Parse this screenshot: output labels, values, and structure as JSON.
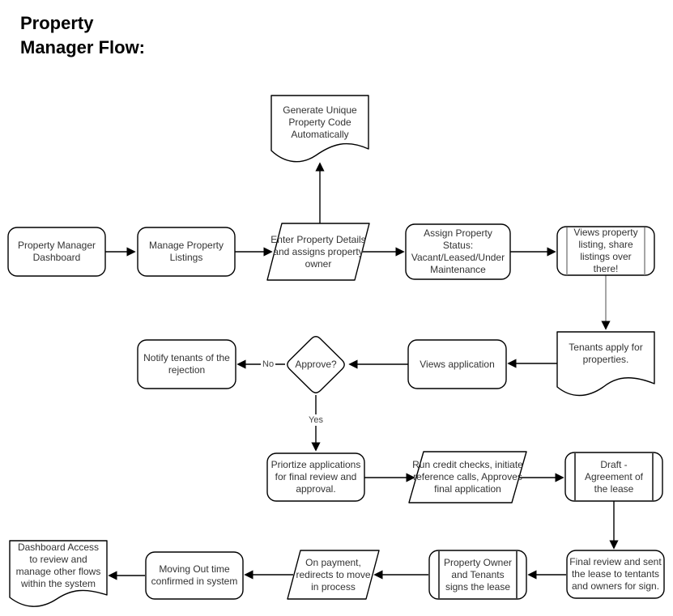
{
  "title": "Property\nManager Flow:",
  "colors": {
    "stroke": "#000000",
    "fill": "#ffffff",
    "text": "#333333",
    "secondary_stroke": "#808080"
  },
  "nodes": {
    "pm_dashboard": {
      "shape": "rounded-rectangle",
      "label": "Property Manager Dashboard"
    },
    "manage_listings": {
      "shape": "rounded-rectangle",
      "label": "Manage Property Listings"
    },
    "enter_details": {
      "shape": "parallelogram",
      "label": "Enter Property Details and assigns property owner"
    },
    "generate_code": {
      "shape": "document",
      "label": "Generate Unique Property Code Automatically"
    },
    "assign_status": {
      "shape": "rounded-rectangle",
      "label": "Assign Property Status: Vacant/Leased/Under Maintenance"
    },
    "views_listing": {
      "shape": "predefined-process",
      "label": "Views property listing, share listings over there!"
    },
    "tenants_apply": {
      "shape": "document",
      "label": "Tenants apply for properties."
    },
    "views_application": {
      "shape": "rounded-rectangle",
      "label": "Views application"
    },
    "approve": {
      "shape": "decision-diamond",
      "label": "Approve?"
    },
    "notify_tenants": {
      "shape": "rounded-rectangle",
      "label": "Notify tenants of the rejection"
    },
    "priortize": {
      "shape": "rounded-rectangle",
      "label": "Priortize applications for final review and approval."
    },
    "run_credit": {
      "shape": "parallelogram",
      "label": "Run credit checks, initiate reference calls, Approves final application"
    },
    "draft_lease": {
      "shape": "predefined-process",
      "label": "Draft - Agreement of the lease"
    },
    "final_review": {
      "shape": "rounded-rectangle",
      "label": "Final review and sent the lease to tentants and owners for sign."
    },
    "owner_signs": {
      "shape": "predefined-process",
      "label": "Property Owner and Tenants signs the lease"
    },
    "on_payment": {
      "shape": "parallelogram",
      "label": "On payment, redirects to move in process"
    },
    "moving_out": {
      "shape": "rounded-rectangle",
      "label": "Moving Out time confirmed in system"
    },
    "dashboard_access": {
      "shape": "document",
      "label": "Dashboard Access to review and manage other flows within the system"
    }
  },
  "edge_labels": {
    "no": "No",
    "yes": "Yes"
  }
}
